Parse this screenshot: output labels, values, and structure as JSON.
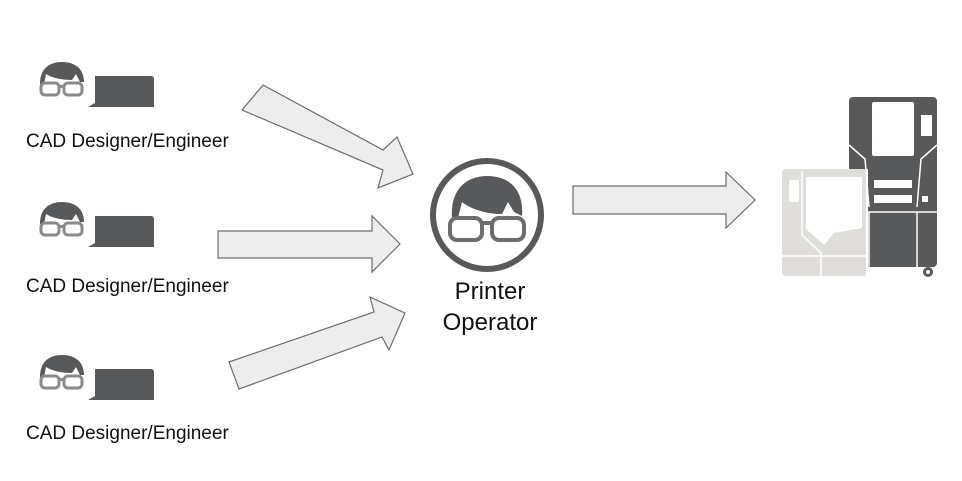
{
  "diagram": {
    "type": "workflow",
    "designers": [
      {
        "label": "CAD Designer/Engineer",
        "icon": "designer-with-laptop-icon"
      },
      {
        "label": "CAD Designer/Engineer",
        "icon": "designer-with-laptop-icon"
      },
      {
        "label": "CAD Designer/Engineer",
        "icon": "designer-with-laptop-icon"
      }
    ],
    "operator": {
      "label_line1": "Printer",
      "label_line2": "Operator",
      "icon": "operator-avatar-icon"
    },
    "printer": {
      "icon": "3d-printer-icon"
    },
    "arrows": [
      {
        "from": "designer-1",
        "to": "operator"
      },
      {
        "from": "designer-2",
        "to": "operator"
      },
      {
        "from": "designer-3",
        "to": "operator"
      },
      {
        "from": "operator",
        "to": "printer"
      }
    ],
    "colors": {
      "icon_dark": "#58595b",
      "icon_light": "#e0dedb",
      "arrow_fill": "#ededed",
      "arrow_stroke": "#6d6d6d",
      "text": "#111111"
    }
  }
}
